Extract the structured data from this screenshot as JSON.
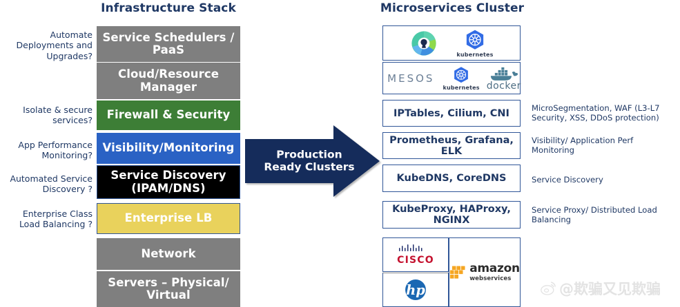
{
  "headings": {
    "left_title": "Infrastructure Stack",
    "right_title": "Microservices Cluster"
  },
  "colors": {
    "navy_text": "#1f3864",
    "gray_box": "#7f7f7f",
    "green_box": "#3d7e36",
    "blue_box": "#2a62c4",
    "black_box": "#000000",
    "yellow_box": "#e9d25c",
    "box_border": "#2f5597",
    "arrow_fill": "#152c5b"
  },
  "left_questions": [
    {
      "id": "automate-deployments",
      "text": "Automate Deployments and Upgrades?"
    },
    {
      "id": "isolate-secure",
      "text": "Isolate & secure services?"
    },
    {
      "id": "app-performance",
      "text": "App Performance Monitoring?"
    },
    {
      "id": "automated-service-discovery",
      "text": "Automated Service Discovery ?"
    },
    {
      "id": "enterprise-class-lb",
      "text": "Enterprise Class Load Balancing ?"
    }
  ],
  "stack_layers": [
    {
      "id": "service-schedulers",
      "label": "Service Schedulers / PaaS",
      "style": "bx-gray"
    },
    {
      "id": "cloud-resource-manager",
      "label": "Cloud/Resource Manager",
      "style": "bx-gray"
    },
    {
      "id": "firewall-security",
      "label": "Firewall & Security",
      "style": "bx-green"
    },
    {
      "id": "visibility-monitoring",
      "label": "Visibility/Monitoring",
      "style": "bx-blue"
    },
    {
      "id": "service-discovery",
      "label": "Service Discovery (IPAM/DNS)",
      "style": "bx-black"
    },
    {
      "id": "enterprise-lb",
      "label": "Enterprise LB",
      "style": "bx-yellow"
    },
    {
      "id": "network",
      "label": "Network",
      "style": "bx-gray"
    },
    {
      "id": "servers",
      "label": "Servers – Physical/ Virtual",
      "style": "bx-gray"
    }
  ],
  "arrow": {
    "label": "Production Ready Clusters"
  },
  "cluster_rows": [
    {
      "id": "schedulers-logos",
      "type": "logos",
      "logos": [
        "openshift-donut-logo",
        "kubernetes-logo"
      ]
    },
    {
      "id": "orchestration-logos",
      "type": "logos",
      "logos": [
        "mesos-logo",
        "kubernetes-logo",
        "docker-logo"
      ]
    },
    {
      "id": "security-tools",
      "type": "text",
      "label": "IPTables, Cilium, CNI",
      "note": "MicroSegmentation, WAF (L3-L7 Security, XSS, DDoS protection)"
    },
    {
      "id": "monitoring-tools",
      "type": "text",
      "label": "Prometheus, Grafana, ELK",
      "note": "Visibility/ Application Perf Monitoring"
    },
    {
      "id": "dns-tools",
      "type": "text",
      "label": "KubeDNS, CoreDNS",
      "note": "Service Discovery"
    },
    {
      "id": "proxy-tools",
      "type": "text",
      "label": "KubeProxy, HAProxy, NGINX",
      "note": "Service Proxy/ Distributed Load Balancing"
    },
    {
      "id": "vendor-logos",
      "type": "logos",
      "logos": [
        "cisco-logo",
        "hp-logo",
        "aws-logo"
      ]
    }
  ],
  "logo_text": {
    "kubernetes": "kubernetes",
    "mesos": "MESOS",
    "docker": "docker",
    "cisco": "CISCO",
    "hp": "hp",
    "aws_main": "amazon",
    "aws_sub": "webservices"
  },
  "watermark": {
    "text": "@欺骗又见欺骗",
    "icon": "weibo-logo"
  }
}
